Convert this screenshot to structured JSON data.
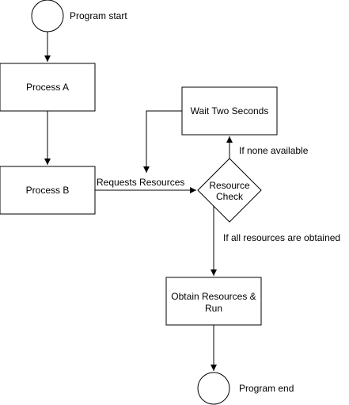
{
  "diagram": {
    "nodes": {
      "start": {
        "label": "Program start"
      },
      "process_a": {
        "label": "Process A"
      },
      "process_b": {
        "label": "Process B"
      },
      "wait": {
        "label": "Wait Two Seconds"
      },
      "check": {
        "label_line1": "Resource",
        "label_line2": "Check"
      },
      "obtain": {
        "label_line1": "Obtain Resources &",
        "label_line2": "Run"
      },
      "end": {
        "label": "Program end"
      }
    },
    "edges": {
      "requests": {
        "label": "Requests Resources"
      },
      "none_available": {
        "label": "If none available"
      },
      "all_obtained": {
        "label": "If all resources are obtained"
      }
    }
  }
}
